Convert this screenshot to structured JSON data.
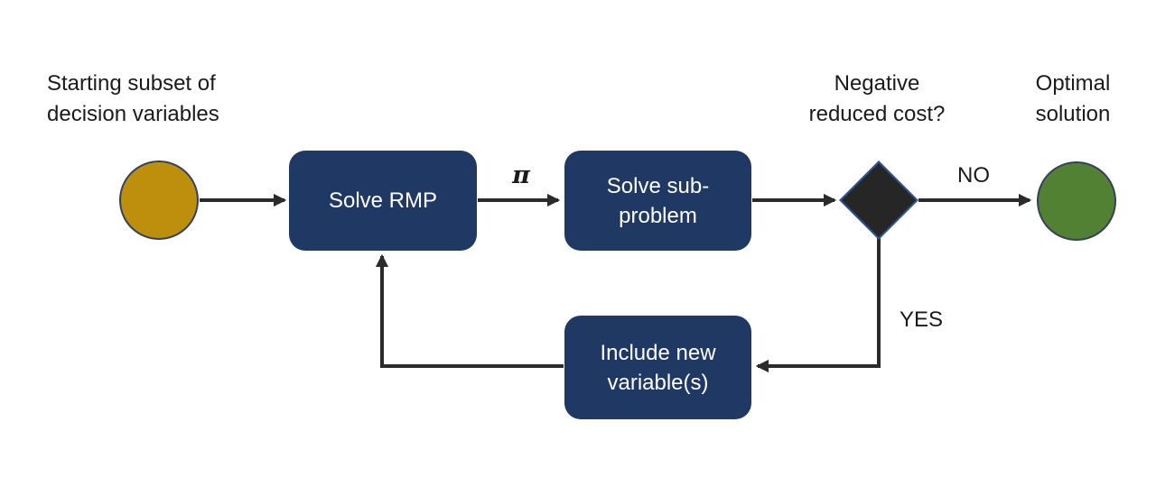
{
  "diagram_type": "flowchart",
  "colors": {
    "process_box_fill": "#1F3864",
    "start_node_fill": "#BE8F0C",
    "end_node_fill": "#538133",
    "decision_node_fill": "#262626",
    "decision_node_border": "#2F5496",
    "connector": "#2B2B2B",
    "box_text": "#FFFFFF",
    "label_text": "#1B1B1B",
    "background": "#FFFFFF"
  },
  "nodes": {
    "start": {
      "shape": "circle",
      "label": "Starting subset of\ndecision variables",
      "fill": "#BE8F0C"
    },
    "solve_rmp": {
      "shape": "rounded-rect",
      "label": "Solve RMP",
      "fill": "#1F3864"
    },
    "solve_subproblem": {
      "shape": "rounded-rect",
      "label": "Solve sub-\nproblem",
      "fill": "#1F3864"
    },
    "decision": {
      "shape": "diamond",
      "label": "Negative\nreduced cost?",
      "fill": "#262626"
    },
    "include_new_variables": {
      "shape": "rounded-rect",
      "label": "Include new\nvariable(s)",
      "fill": "#1F3864"
    },
    "end": {
      "shape": "circle",
      "label": "Optimal\nsolution",
      "fill": "#538133"
    }
  },
  "edge_labels": {
    "pi": "π",
    "no": "NO",
    "yes": "YES"
  }
}
